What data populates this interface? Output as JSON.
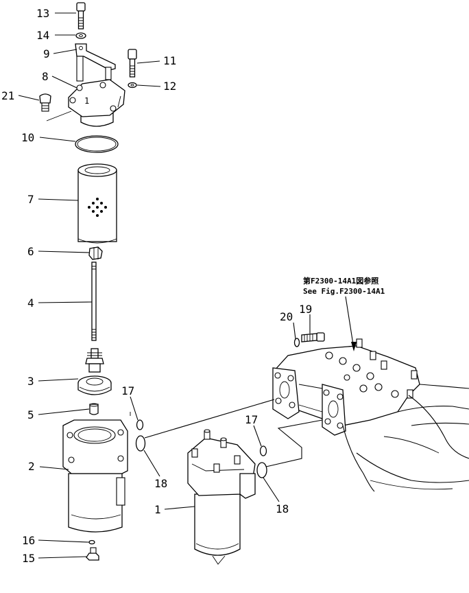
{
  "reference_note": {
    "line1": "第F2300-14A1図参照",
    "line2": "See Fig.F2300-14A1"
  },
  "callouts": {
    "c13": "13",
    "c14": "14",
    "c9": "9",
    "c11": "11",
    "c8": "8",
    "c12": "12",
    "c21": "21",
    "c10": "10",
    "c7": "7",
    "c6": "6",
    "c4": "4",
    "c20": "20",
    "c19": "19",
    "c3": "3",
    "c17a": "17",
    "c5": "5",
    "c17b": "17",
    "c2": "2",
    "c18a": "18",
    "c1": "1",
    "c18b": "18",
    "c16": "16",
    "c15": "15"
  },
  "cover_mark": "1"
}
